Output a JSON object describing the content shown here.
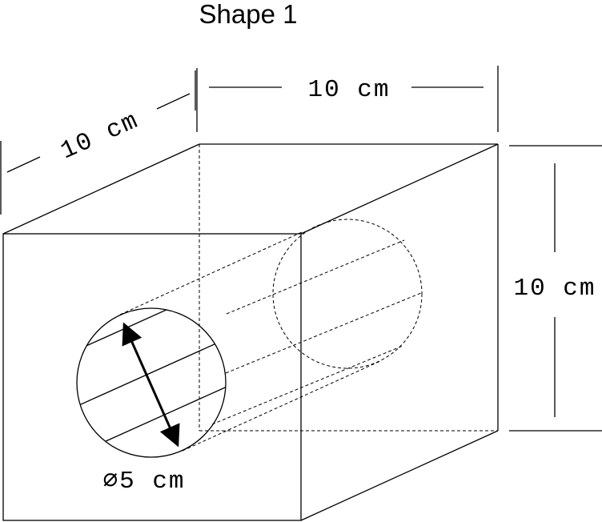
{
  "title": "Shape 1",
  "dimensions": {
    "depth": "10 cm",
    "width": "10 cm",
    "height": "10 cm",
    "diameter": "⌀5 cm"
  }
}
